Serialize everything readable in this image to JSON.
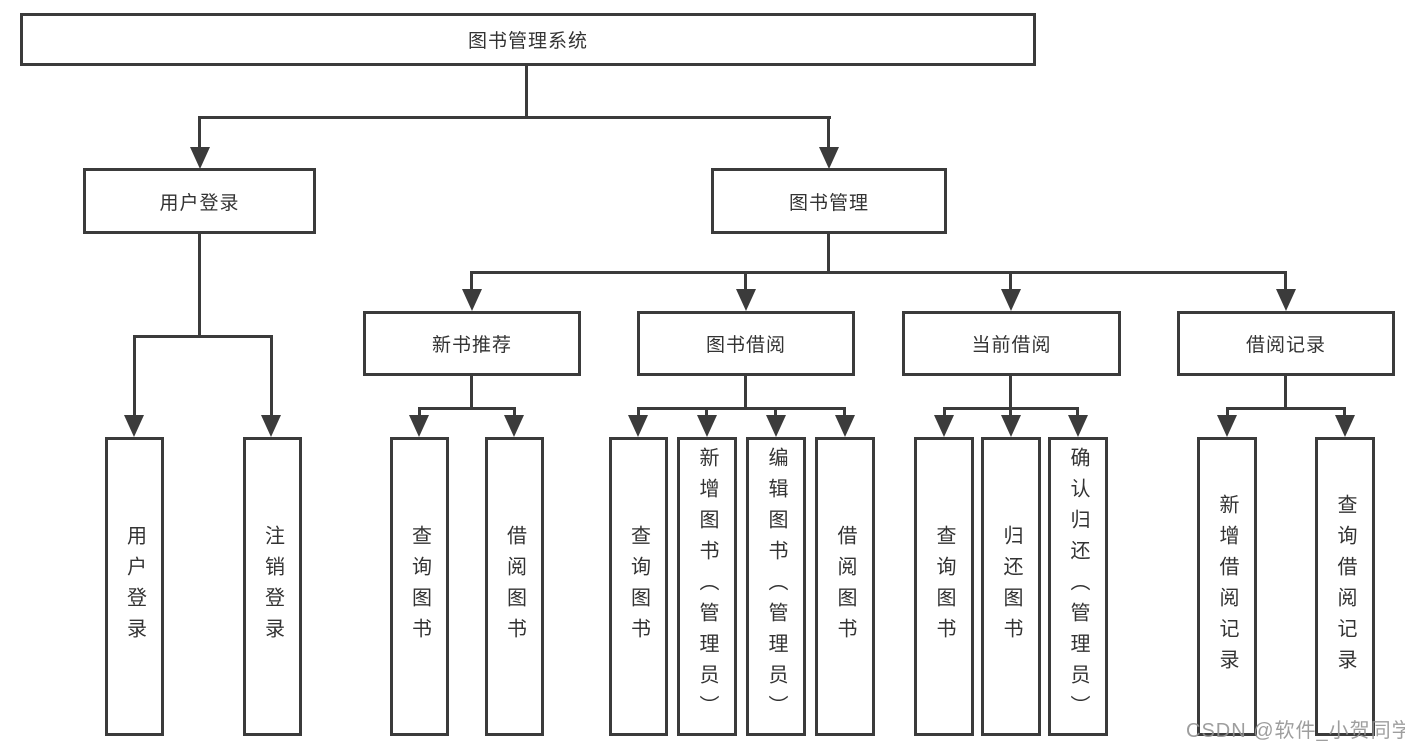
{
  "diagram": {
    "root": {
      "label": "图书管理系统"
    },
    "branches": [
      {
        "label": "用户登录",
        "children": [
          {
            "label": "用户登录"
          },
          {
            "label": "注销登录"
          }
        ]
      },
      {
        "label": "图书管理",
        "children": [
          {
            "label": "新书推荐",
            "children": [
              {
                "label": "查询图书"
              },
              {
                "label": "借阅图书"
              }
            ]
          },
          {
            "label": "图书借阅",
            "children": [
              {
                "label": "查询图书"
              },
              {
                "label": "新增图书（管理员）"
              },
              {
                "label": "编辑图书（管理员）"
              },
              {
                "label": "借阅图书"
              }
            ]
          },
          {
            "label": "当前借阅",
            "children": [
              {
                "label": "查询图书"
              },
              {
                "label": "归还图书"
              },
              {
                "label": "确认归还（管理员）"
              }
            ]
          },
          {
            "label": "借阅记录",
            "children": [
              {
                "label": "新增借阅记录"
              },
              {
                "label": "查询借阅记录"
              }
            ]
          }
        ]
      }
    ]
  },
  "watermark": {
    "text": "CSDN @软件_小贺同学",
    "color": "#949494"
  },
  "colors": {
    "background": "#ffffff",
    "line": "#3b3b3b",
    "text": "#333333"
  }
}
